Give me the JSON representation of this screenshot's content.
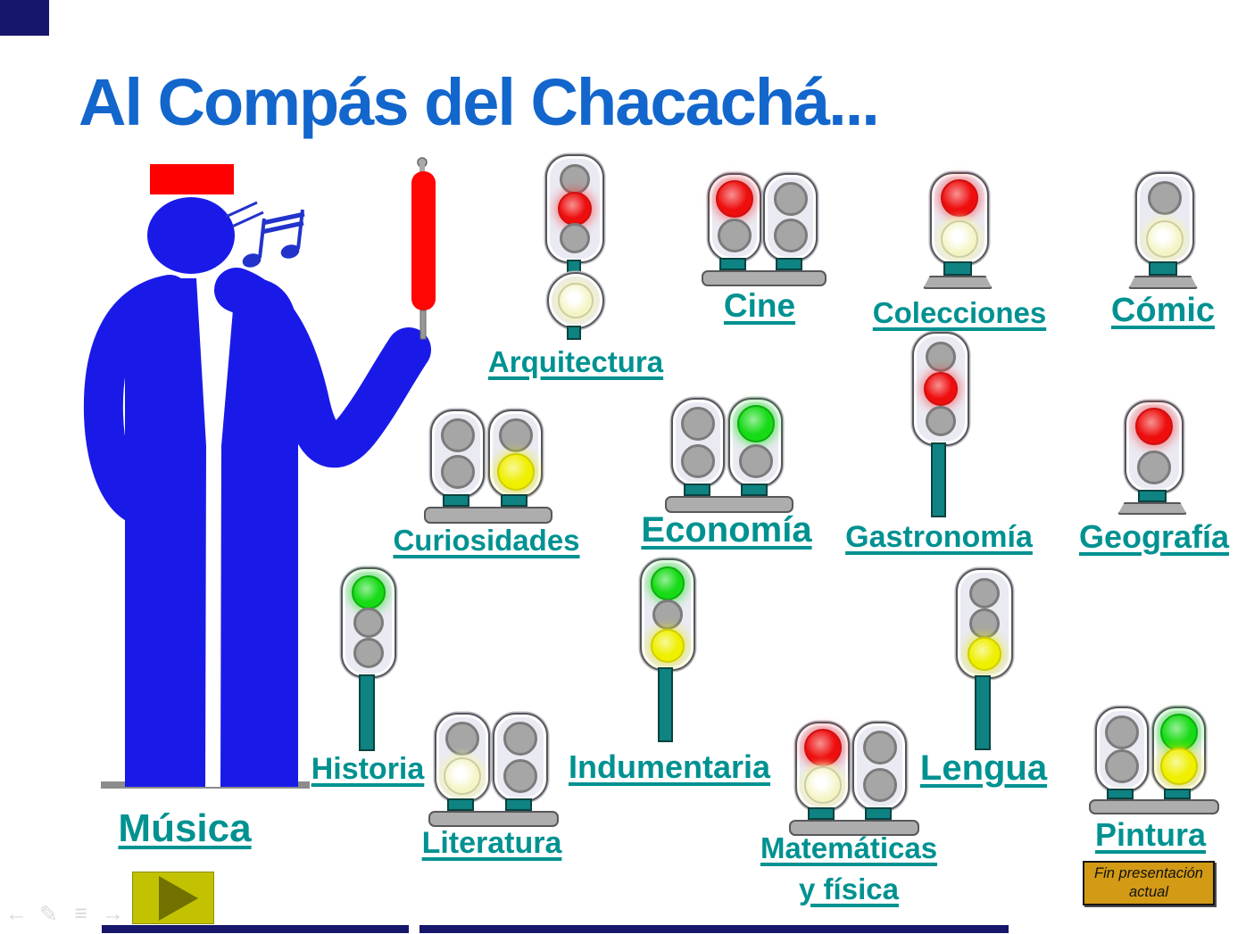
{
  "title": {
    "text": "Al Compás del Chacachá..."
  },
  "colors": {
    "title_blue": "#1266CC",
    "label_teal": "#009191",
    "conductor_blue": "#1A1AE8",
    "cap_red": "#FF0000",
    "baton_red": "#FF0505",
    "signal_teal": "#0F8282",
    "signal_body": "#EAEAF3",
    "signal_base_gray": "#ADADAD",
    "light_off": "#A6A6A6",
    "light_red": "#EE0E0E",
    "light_green": "#16DB16",
    "light_yellow": "#EFEF00",
    "light_lunar": "#F4F4C4",
    "play_bg": "#C2C200",
    "play_triangle": "#717100",
    "fin_bg": "#D29A15",
    "edge_navy": "#16166A",
    "ground_gray": "#8C8C8C"
  },
  "signals": [
    {
      "id": "arquitectura",
      "label": "Arquitectura",
      "type": "drop3",
      "lights": [
        "off",
        "red",
        "off"
      ],
      "extra_light": "lunar"
    },
    {
      "id": "cine",
      "label": "Cine",
      "type": "pair2",
      "left": [
        "red",
        "off"
      ],
      "right": [
        "off",
        "off"
      ]
    },
    {
      "id": "colecciones",
      "label": "Colecciones",
      "type": "single2",
      "lights": [
        "red",
        "lunar"
      ]
    },
    {
      "id": "comic",
      "label": "Cómic",
      "type": "single2",
      "lights": [
        "off",
        "lunar"
      ]
    },
    {
      "id": "curiosidades",
      "label": "Curiosidades",
      "type": "pair2",
      "left": [
        "off",
        "off"
      ],
      "right": [
        "off",
        "yellow"
      ]
    },
    {
      "id": "economia",
      "label": "Economía",
      "type": "pair2",
      "left": [
        "off",
        "off"
      ],
      "right": [
        "green",
        "off"
      ]
    },
    {
      "id": "gastronomia",
      "label": "Gastronomía",
      "type": "pole3",
      "lights": [
        "off",
        "red",
        "off"
      ]
    },
    {
      "id": "geografia",
      "label": "Geografía",
      "type": "single2",
      "lights": [
        "red",
        "off"
      ]
    },
    {
      "id": "historia",
      "label": "Historia",
      "type": "pole3",
      "lights": [
        "green",
        "off",
        "off"
      ]
    },
    {
      "id": "indumentaria",
      "label": "Indumentaria",
      "type": "pole3",
      "lights": [
        "green",
        "off",
        "yellow"
      ]
    },
    {
      "id": "lengua",
      "label": "Lengua",
      "type": "pole3",
      "lights": [
        "off",
        "off",
        "yellow"
      ]
    },
    {
      "id": "musica",
      "label": "Música",
      "type": "label-only"
    },
    {
      "id": "literatura",
      "label": "Literatura",
      "type": "pair2",
      "left": [
        "off",
        "lunar"
      ],
      "right": [
        "off",
        "off"
      ]
    },
    {
      "id": "matematicas",
      "label": "Matemáticas\ny física",
      "type": "pair2",
      "left": [
        "red",
        "lunar"
      ],
      "right": [
        "off",
        "off"
      ]
    },
    {
      "id": "pintura",
      "label": "Pintura",
      "type": "pair2",
      "left": [
        "off",
        "off"
      ],
      "right": [
        "green",
        "yellow"
      ]
    }
  ],
  "conductor": {
    "icon": "train-conductor-with-baton",
    "accessories": [
      "red-cap",
      "red-signal-baton",
      "music-notes"
    ]
  },
  "play_button": {
    "icon": "play-icon"
  },
  "fin_button": {
    "text": "Fin presentación\nactual"
  },
  "nav": {
    "items": [
      {
        "name": "previous-slide",
        "glyph": "←"
      },
      {
        "name": "annotate-pen",
        "glyph": "✎"
      },
      {
        "name": "slide-menu",
        "glyph": "≡"
      },
      {
        "name": "next-slide",
        "glyph": "→"
      }
    ]
  }
}
